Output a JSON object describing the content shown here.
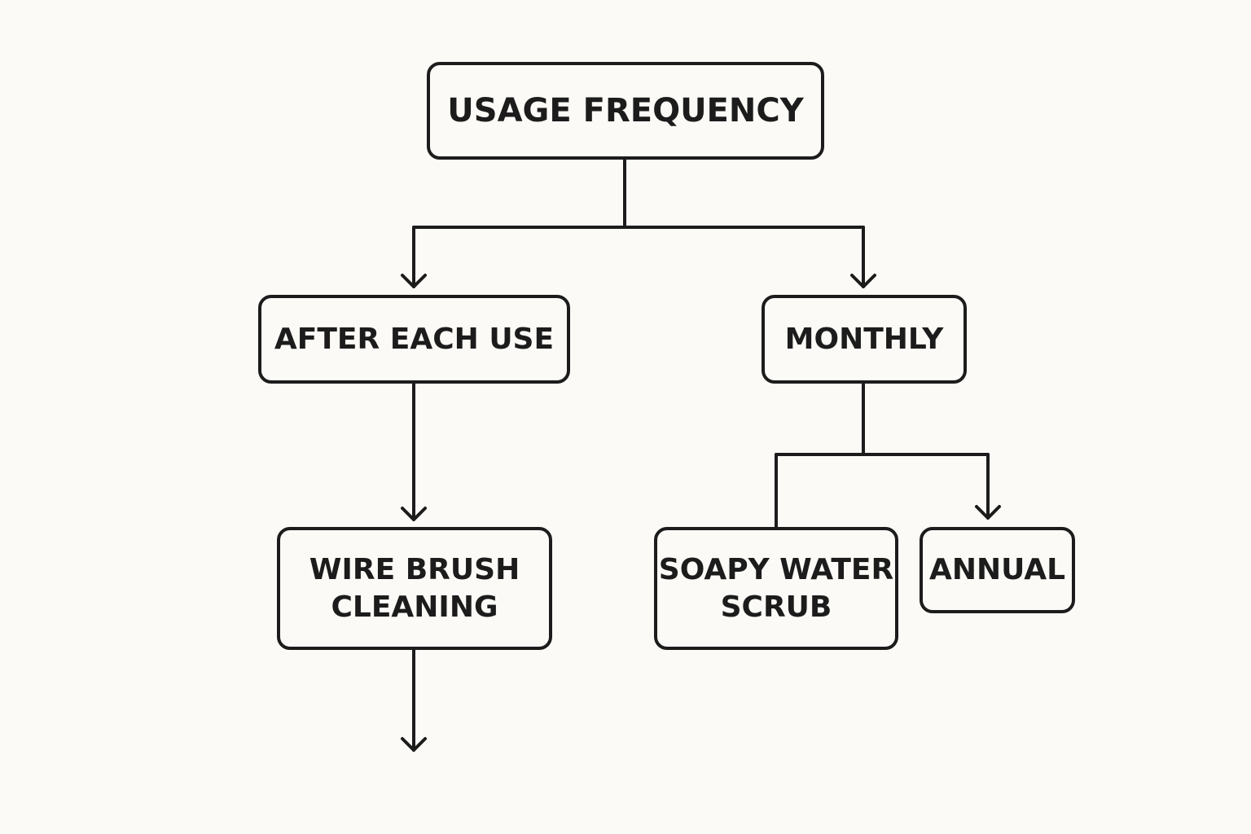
{
  "colors": {
    "background": "#fbfaf6",
    "stroke": "#1c1c1c",
    "text": "#1c1c1c"
  },
  "nodes": {
    "usage_frequency": "USAGE FREQUENCY",
    "after_each_use": "AFTER EACH USE",
    "monthly": "MONTHLY",
    "wire_brush_cleaning": "WIRE BRUSH\nCLEANING",
    "soapy_water_scrub": "SOAPY WATER\nSCRUB",
    "annual": "ANNUAL"
  },
  "edges": [
    {
      "from": "usage_frequency",
      "to": "after_each_use",
      "arrow": true
    },
    {
      "from": "usage_frequency",
      "to": "monthly",
      "arrow": true
    },
    {
      "from": "after_each_use",
      "to": "wire_brush_cleaning",
      "arrow": true
    },
    {
      "from": "monthly",
      "to": "soapy_water_scrub",
      "arrow": false
    },
    {
      "from": "monthly",
      "to": "annual",
      "arrow": true
    },
    {
      "from": "wire_brush_cleaning",
      "to": "",
      "arrow": true
    }
  ]
}
